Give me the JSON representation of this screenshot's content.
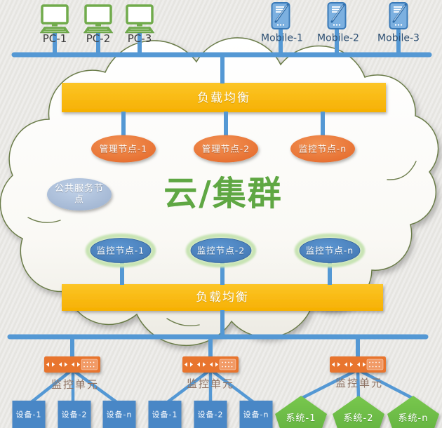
{
  "colors": {
    "background": "#eae9e6",
    "line_blue": "#5498d4",
    "bar_amber": "#fbb70e",
    "node_orange": "#e9752f",
    "node_blue": "#4a82c0",
    "node_glow_green": "#c8e4b4",
    "node_gray_blue": "#a6bcda",
    "pentagon_green": "#6cbd45",
    "device_blue": "#4a87c6",
    "cloud_outline": "#6b7c4a",
    "title_green": "#5fa743",
    "switch_orange": "#e8742f"
  },
  "clients": {
    "pcs": [
      {
        "label": "PC-1"
      },
      {
        "label": "PC-2"
      },
      {
        "label": "PC-3"
      }
    ],
    "mobiles": [
      {
        "label": "Mobile-1"
      },
      {
        "label": "Mobile-2"
      },
      {
        "label": "Mobile-3"
      }
    ]
  },
  "cloud": {
    "title": "云/集群",
    "load_balancer_top": "负载均衡",
    "load_balancer_bottom": "负载均衡",
    "orange_nodes": [
      {
        "label": "管理节点-1"
      },
      {
        "label": "管理节点-2"
      },
      {
        "label": "监控节点-n"
      }
    ],
    "public_service_node": "公共服务节点",
    "monitor_nodes": [
      {
        "label": "监控节点-1"
      },
      {
        "label": "监控节点-2"
      },
      {
        "label": "监控节点-n"
      }
    ]
  },
  "monitor_units": [
    {
      "label": "监控单元",
      "devices": [
        {
          "label": "设备-1"
        },
        {
          "label": "设备-2"
        },
        {
          "label": "设备-n"
        }
      ]
    },
    {
      "label": "监控单元",
      "devices": [
        {
          "label": "设备-1"
        },
        {
          "label": "设备-2"
        },
        {
          "label": "设备-n"
        }
      ]
    },
    {
      "label": "监控单元",
      "systems": [
        {
          "label": "系统-1"
        },
        {
          "label": "系统-2"
        },
        {
          "label": "系统-n"
        }
      ]
    }
  ]
}
